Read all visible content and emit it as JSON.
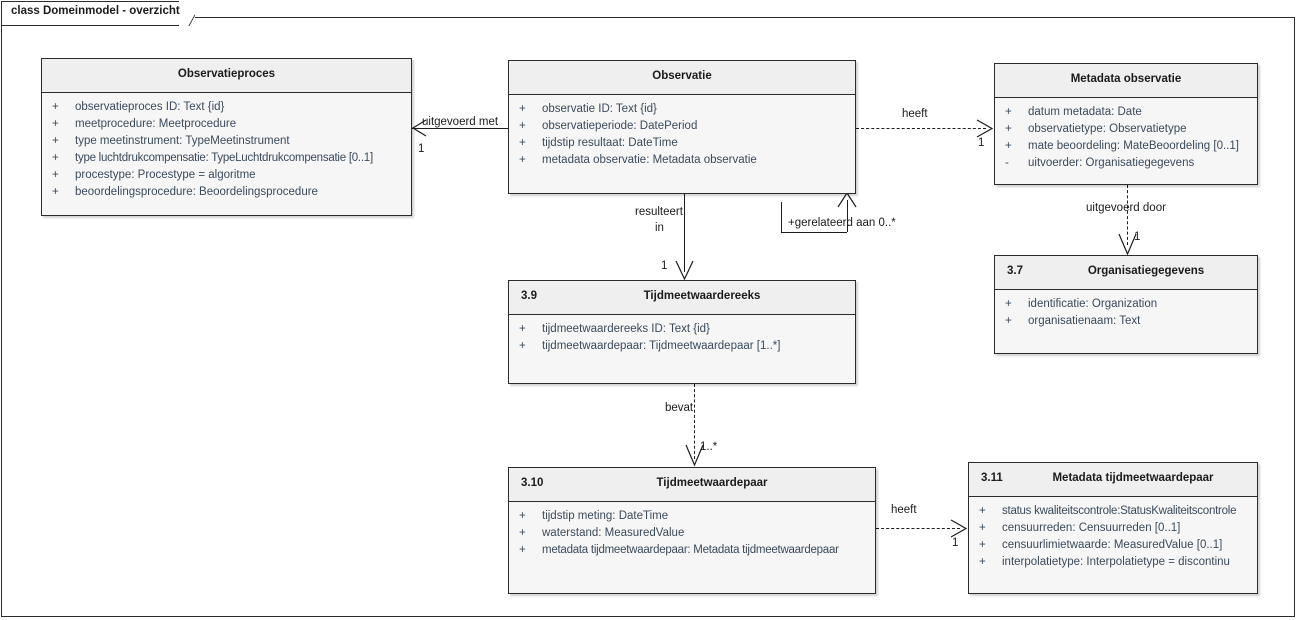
{
  "diagram": {
    "frame_label": "class Domeinmodel - overzicht",
    "colors": {
      "line": "#1d1d1d",
      "class_header_fill": "#efefef",
      "class_body_fill": "#f6f6f6",
      "attribute_text": "#3b4a5a",
      "title_text": "#1b1b1b",
      "background": "#ffffff"
    }
  },
  "classes": {
    "observatieproces": {
      "number": "",
      "name": "Observatieproces",
      "attributes": [
        {
          "visibility": "+",
          "signature": "observatieproces ID: Text {id}"
        },
        {
          "visibility": "+",
          "signature": "meetprocedure: Meetprocedure"
        },
        {
          "visibility": "+",
          "signature": "type meetinstrument: TypeMeetinstrument"
        },
        {
          "visibility": "+",
          "signature": "type luchtdrukcompensatie: TypeLuchtdrukcompensatie [0..1]"
        },
        {
          "visibility": "+",
          "signature": "procestype: Procestype = algoritme"
        },
        {
          "visibility": "+",
          "signature": "beoordelingsprocedure: Beoordelingsprocedure"
        }
      ]
    },
    "observatie": {
      "number": "",
      "name": "Observatie",
      "attributes": [
        {
          "visibility": "+",
          "signature": "observatie ID: Text {id}"
        },
        {
          "visibility": "+",
          "signature": "observatieperiode: DatePeriod"
        },
        {
          "visibility": "+",
          "signature": "tijdstip resultaat: DateTime"
        },
        {
          "visibility": "+",
          "signature": "metadata observatie: Metadata observatie"
        }
      ]
    },
    "metadata_observatie": {
      "number": "",
      "name": "Metadata observatie",
      "attributes": [
        {
          "visibility": "+",
          "signature": "datum metadata: Date"
        },
        {
          "visibility": "+",
          "signature": "observatietype: Observatietype"
        },
        {
          "visibility": "+",
          "signature": "mate beoordeling: MateBeoordeling [0..1]"
        },
        {
          "visibility": "-",
          "signature": "uitvoerder: Organisatiegegevens"
        }
      ]
    },
    "organisatiegegevens": {
      "number": "3.7",
      "name": "Organisatiegegevens",
      "attributes": [
        {
          "visibility": "+",
          "signature": "identificatie: Organization"
        },
        {
          "visibility": "+",
          "signature": "organisatienaam: Text"
        }
      ]
    },
    "tijdmeetwaardereeks": {
      "number": "3.9",
      "name": "Tijdmeetwaardereeks",
      "attributes": [
        {
          "visibility": "+",
          "signature": "tijdmeetwaardereeks ID: Text {id}"
        },
        {
          "visibility": "+",
          "signature": "tijdmeetwaardepaar: Tijdmeetwaardepaar [1..*]"
        }
      ]
    },
    "tijdmeetwaardepaar": {
      "number": "3.10",
      "name": "Tijdmeetwaardepaar",
      "attributes": [
        {
          "visibility": "+",
          "signature": "tijdstip meting: DateTime"
        },
        {
          "visibility": "+",
          "signature": "waterstand: MeasuredValue"
        },
        {
          "visibility": "+",
          "signature": "metadata tijdmeetwaardepaar: Metadata tijdmeetwaardepaar"
        }
      ]
    },
    "metadata_tijdmeetwaardepaar": {
      "number": "3.11",
      "name": "Metadata tijdmeetwaardepaar",
      "attributes": [
        {
          "visibility": "+",
          "signature": "status kwaliteitscontrole:StatusKwaliteitscontrole"
        },
        {
          "visibility": "+",
          "signature": "censuurreden: Censuurreden [0..1]"
        },
        {
          "visibility": "+",
          "signature": "censuurlimietwaarde: MeasuredValue [0..1]"
        },
        {
          "visibility": "+",
          "signature": "interpolatietype: Interpolatietype = discontinu"
        }
      ]
    }
  },
  "connections": {
    "uitgevoerd_met": {
      "label": "uitgevoerd met",
      "multiplicity": "1"
    },
    "heeft_metadata_observatie": {
      "label": "heeft",
      "multiplicity": "1"
    },
    "gerelateerd_aan": {
      "label": "+gerelateerd aan 0..*"
    },
    "resulteert_in": {
      "label_line1": "resulteert",
      "label_line2": "in",
      "multiplicity": "1"
    },
    "uitgevoerd_door": {
      "label": "uitgevoerd door",
      "multiplicity": "1"
    },
    "bevat": {
      "label": "bevat",
      "multiplicity": "1..*"
    },
    "heeft_metadata_tijdmeetwaardepaar": {
      "label": "heeft",
      "multiplicity": "1"
    }
  }
}
